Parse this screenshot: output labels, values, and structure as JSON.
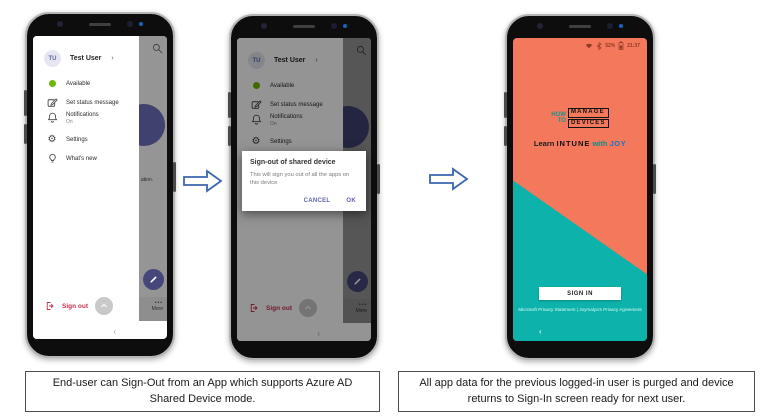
{
  "colors": {
    "teams_indigo": "#6264A7",
    "sign_out_red": "#C4314B",
    "presence_green": "#6BB700",
    "splash_orange": "#F3785C",
    "splash_teal": "#0DB3AB",
    "joy_blue": "#1B75BC",
    "arrow_blue": "#3A66AD"
  },
  "drawer": {
    "avatar_initials": "TU",
    "user_name": "Test User",
    "items": [
      {
        "label": "Available"
      },
      {
        "label": "Set status message"
      },
      {
        "label": "Notifications",
        "sub": "On"
      },
      {
        "label": "Settings"
      },
      {
        "label": "What's new"
      }
    ],
    "sign_out_label": "Sign out",
    "background_partial_text": "ation.",
    "more_dots": "•••",
    "more_label": "More"
  },
  "dialog": {
    "title": "Sign-out of shared device",
    "body": "This will sign you out of all the apps on this device",
    "cancel_label": "CANCEL",
    "ok_label": "OK"
  },
  "signin_screen": {
    "status_bar": {
      "battery_percent": "52%",
      "time": "21:37"
    },
    "logo": {
      "word1": "HOW",
      "word2": "TO",
      "word3": "MANAGE",
      "word4": "DEVICES"
    },
    "tagline": {
      "part1": "Learn",
      "part2": "INTUNE",
      "part3": "with",
      "part4": "JOY"
    },
    "sign_in_label": "SIGN IN",
    "privacy_text": "Microsoft Privacy Statement  |  Joymalya's Privacy Agreement"
  },
  "captions": {
    "left": "End-user can Sign-Out from an App which supports Azure AD Shared Device mode.",
    "right": "All app data for the previous logged-in user is purged and device returns to Sign-In screen ready for next user."
  },
  "icons": {
    "chevron_right": "›",
    "back_chevron": "‹",
    "gear": "⚙"
  }
}
